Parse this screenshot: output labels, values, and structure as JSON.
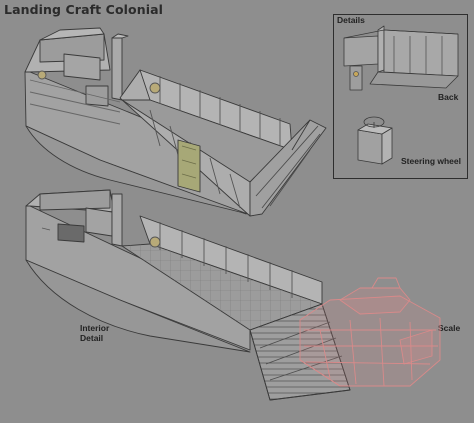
{
  "title": "Landing Craft Colonial",
  "details": {
    "heading": "Details",
    "back_label": "Back",
    "steering_label": "Steering wheel"
  },
  "views": {
    "interior_label": "Interior\nDetail",
    "scale_label": "Scale"
  },
  "colors": {
    "background": "#8e8e8e",
    "line": "#3a3a3a",
    "hull": "#a7a7a7",
    "highlight": "#a7a877",
    "scale_tank": "#d98a8a"
  }
}
